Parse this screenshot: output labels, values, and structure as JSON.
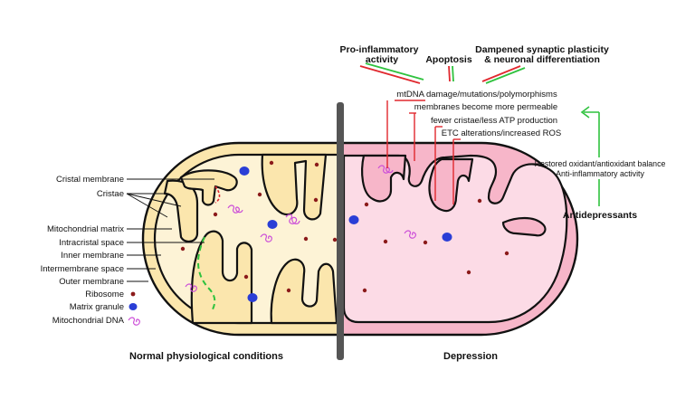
{
  "labels": {
    "cristal_membrane": "Cristal membrane",
    "cristae": "Cristae",
    "mitochondrial_matrix": "Mitochondrial matrix",
    "intracristal_space": "Intracristal space",
    "inner_membrane": "Inner membrane",
    "intermembrane_space": "Intermembrane space",
    "outer_membrane": "Outer membrane",
    "ribosome": "Ribosome",
    "matrix_granule": "Matrix granule",
    "mitochondrial_dna": "Mitochondrial DNA"
  },
  "captions": {
    "normal": "Normal physiological conditions",
    "depression": "Depression"
  },
  "effects": {
    "pro_inflammatory_line1": "Pro-inflammatory",
    "pro_inflammatory_line2": "activity",
    "apoptosis": "Apoptosis",
    "synaptic_line1": "Dampened synaptic plasticity",
    "synaptic_line2": "& neuronal differentiation"
  },
  "alterations": [
    "mtDNA damage/mutations/polymorphisms",
    "membranes become more permeable",
    "fewer cristae/less ATP production",
    "ETC alterations/increased ROS"
  ],
  "treatment": {
    "effect_line1": "Restored oxidant/antioxidant balance",
    "effect_line2": "Anti-inflammatory activity",
    "name": "Antidepressants"
  },
  "colors": {
    "normal_outer": "#fbe6ad",
    "normal_inner": "#fdf3d6",
    "depression_outer": "#f7b6c9",
    "depression_inner": "#fcdbe6",
    "red": "#e0282e",
    "green": "#2fc23e",
    "ribosome": "#8b1a1a",
    "granule": "#2a3ed6",
    "dna": "#cc4fd8",
    "divider": "#555555"
  }
}
